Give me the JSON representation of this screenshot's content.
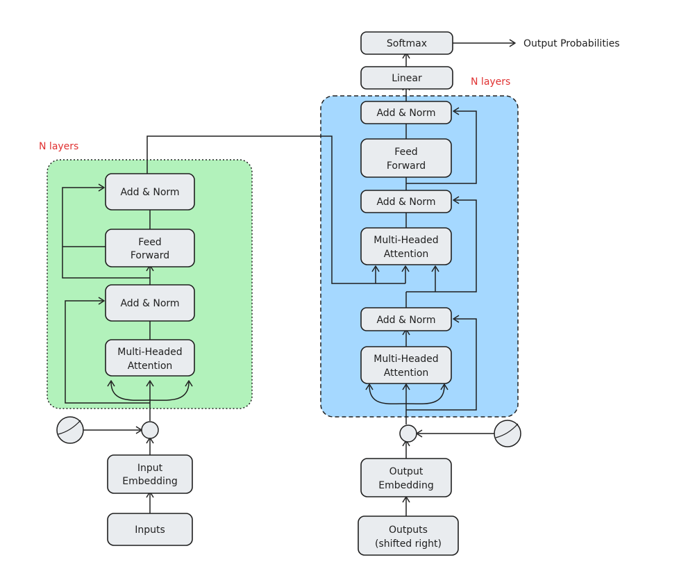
{
  "colors": {
    "encoder_fill": "#b2f2bb",
    "decoder_fill": "#a5d8ff",
    "box_fill": "#e9ecef",
    "note_color": "#e03131",
    "stroke": "#1e1e1e"
  },
  "encoder": {
    "layer_note": "N layers",
    "add_norm_top": "Add & Norm",
    "feed_forward": [
      "Feed",
      "Forward"
    ],
    "add_norm_bottom": "Add & Norm",
    "attention": [
      "Multi-Headed",
      "Attention"
    ],
    "input_embedding": [
      "Input",
      "Embedding"
    ],
    "inputs": "Inputs"
  },
  "decoder": {
    "layer_note": "N layers",
    "softmax": "Softmax",
    "output_probabilities": "Output Probabilities",
    "linear": "Linear",
    "add_norm_top": "Add & Norm",
    "feed_forward": [
      "Feed",
      "Forward"
    ],
    "add_norm_mid": "Add & Norm",
    "cross_attention": [
      "Multi-Headed",
      "Attention"
    ],
    "add_norm_bottom": "Add & Norm",
    "self_attention": [
      "Multi-Headed",
      "Attention"
    ],
    "output_embedding": [
      "Output",
      "Embedding"
    ],
    "outputs": [
      "Outputs",
      "(shifted right)"
    ]
  }
}
